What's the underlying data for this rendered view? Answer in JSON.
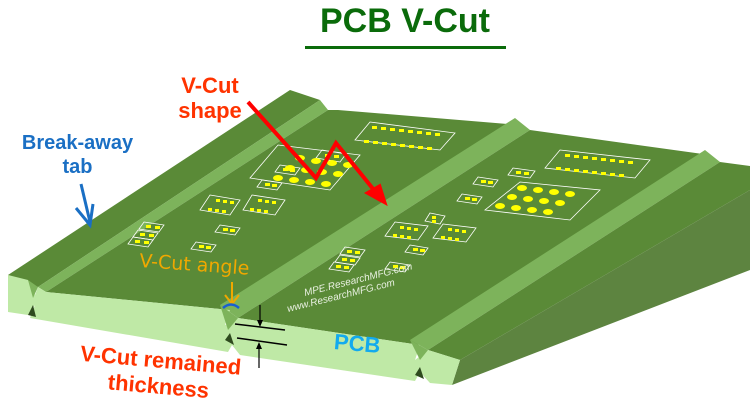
{
  "title": "PCB V-Cut",
  "labels": {
    "vcut_shape_line1": "V-Cut",
    "vcut_shape_line2": "shape",
    "breakaway_line1": "Break-away",
    "breakaway_line2": "tab",
    "vcut_angle": "V-Cut angle",
    "pcb": "PCB",
    "remained_line1": "V-Cut remained",
    "remained_line2": "thickness"
  },
  "silkscreen": {
    "line1": "MPE.ResearchMFG.com",
    "line2": "www.ResearchMFG.com"
  },
  "colors": {
    "title": "#0a6b0a",
    "board_top": "#5a8a37",
    "board_side_dark": "#5d8440",
    "board_edge": "#bfe9a6",
    "groove": "#7db35b",
    "pad": "#ffff00",
    "silk": "#e8f0e0",
    "red_label": "#ff3300",
    "blue_label": "#1a6fc4",
    "orange_label": "#f0a800",
    "cyan_label": "#12aaee"
  }
}
